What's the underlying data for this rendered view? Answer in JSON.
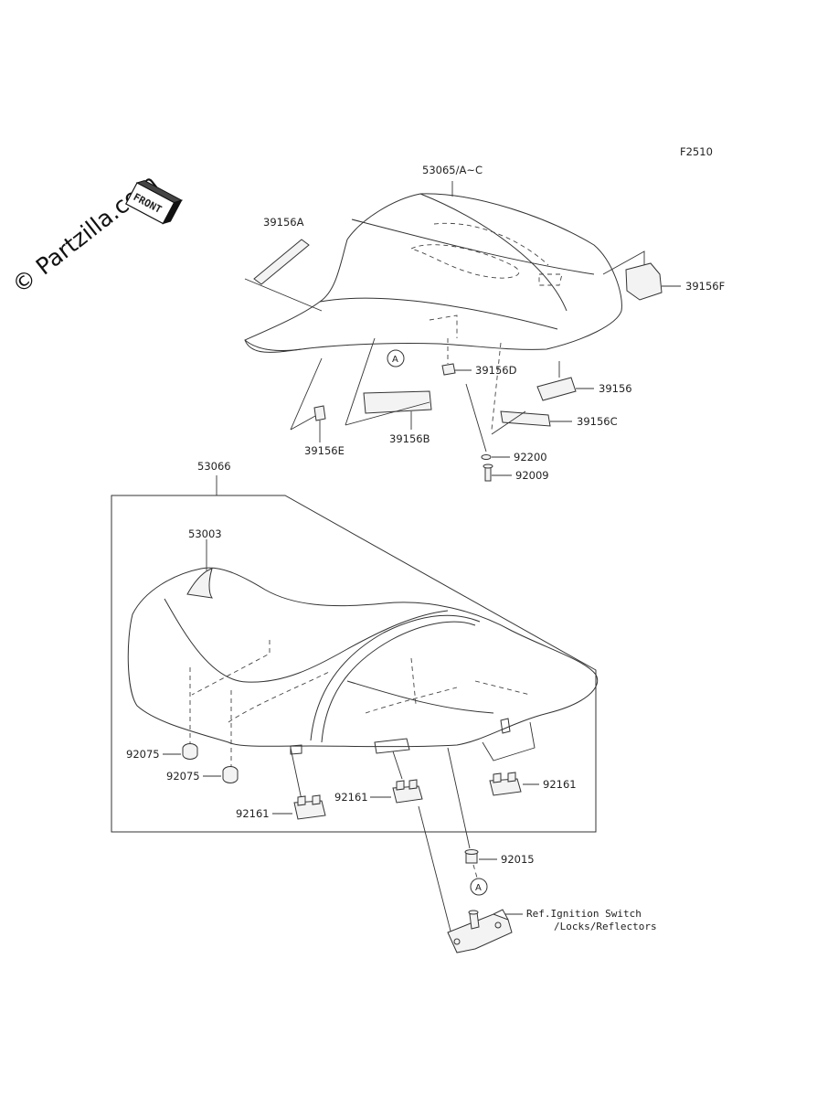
{
  "watermark": "© Partzilla.com",
  "front_badge": "FRONT",
  "figure_code": "F2510",
  "ref_marker": "A",
  "parts": {
    "seat_cover": "53065/A~C",
    "p39156A": "39156A",
    "p39156F": "39156F",
    "p39156": "39156",
    "p39156C": "39156C",
    "p39156D": "39156D",
    "p39156B": "39156B",
    "p39156E": "39156E",
    "p92200": "92200",
    "p92009": "92009",
    "seat_assy": "53066",
    "p53003": "53003",
    "p92075a": "92075",
    "p92075b": "92075",
    "p92161a": "92161",
    "p92161b": "92161",
    "p92161c": "92161",
    "p92015": "92015"
  },
  "ref_note": {
    "line1": "Ref.Ignition Switch",
    "line2": "/Locks/Reflectors"
  }
}
